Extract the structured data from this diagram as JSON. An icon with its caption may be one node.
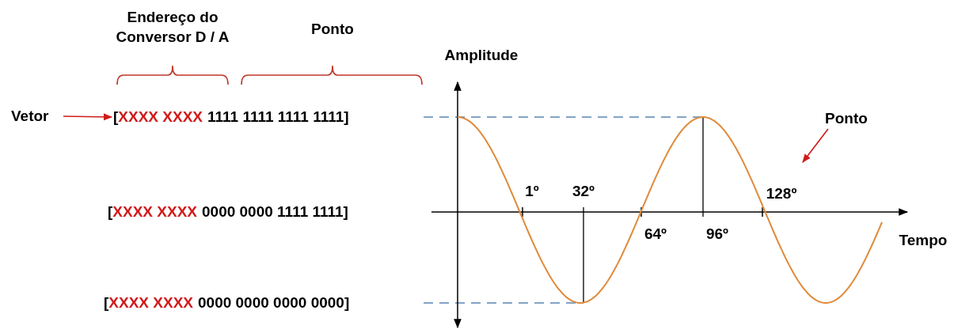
{
  "diagram": {
    "nodes": [
      {
        "text": [
          "Vetor"
        ]
      },
      {
        "text": [
          "[",
          "XXXX XXXX",
          "1111 1111 1111 1111]"
        ]
      },
      {
        "text": [
          "[",
          "XXXX XXXX",
          "0000 0000 1111 1111]"
        ]
      },
      {
        "text": [
          "[",
          "XXXX XXXX",
          "0000 0000 0000 0000]"
        ]
      },
      {
        "text": [
          "Ponto"
        ]
      }
    ],
    "edges": [
      {
        "from": 0,
        "to": 1,
        "arrow": "to"
      },
      {
        "from": 4,
        "to": null,
        "arrow": "to"
      }
    ],
    "labels": [
      "Endereço do Conversor D / A",
      "Ponto",
      "Amplitude",
      "1º",
      "32º",
      "128º",
      "64º",
      "96º",
      "Tempo"
    ]
  }
}
